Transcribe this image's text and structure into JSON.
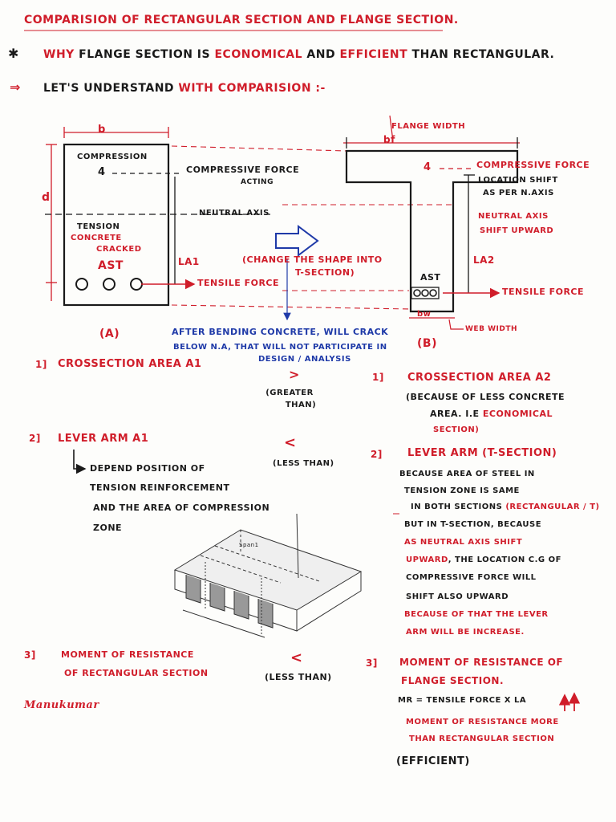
{
  "header": {
    "title": "Comparision of Rectangular Section and Flange Section.",
    "why_prefix": "Why",
    "why_a": "Flange Section is",
    "why_b": "Economical",
    "why_c": "And",
    "why_d": "Efficient",
    "why_e": "Than Rectangular.",
    "lets_a": "Let's understand",
    "lets_b": "With",
    "lets_c": "Comparision :-"
  },
  "rect": {
    "b": "b",
    "d": "d",
    "compression": "Compression",
    "force_arrow": "4",
    "compressive_force": "Compressive Force",
    "acting": "Acting",
    "neutral_axis": "Neutral Axis",
    "tension": "Tension",
    "concrete": "Concrete",
    "cracked": "Cracked",
    "ast": "Ast",
    "la1": "LA1",
    "tensile_force": "Tensile Force",
    "label": "(A)"
  },
  "middle": {
    "change_shape_1": "(Change the shape into",
    "change_shape_2": "T-section)",
    "after_1": "After Bending Concrete, will Crack",
    "after_2": "Below N.A, That will not participate in",
    "after_3": "Design / Analysis"
  },
  "tsec": {
    "flange_width": "Flange Width",
    "bf": "bf",
    "force_arrow": "4",
    "compressive_force": "Compressive Force",
    "location_shift": "Location shift",
    "as_per": "As per N.Axis",
    "na_shift_1": "Neutral Axis",
    "na_shift_2": "shift upward",
    "la2": "LA2",
    "ast": "Ast",
    "tensile_force": "Tensile Force",
    "bw": "bw",
    "web_width": "Web width",
    "label": "(B)"
  },
  "points": {
    "p1_num": "1]",
    "p1_left": "Crossection Area A1",
    "p1_sym": ">",
    "p1_cmp_1": "(Greater",
    "p1_cmp_2": "Than)",
    "p1_right": "Crossection Area A2",
    "p1_r1": "(Because of less concrete",
    "p1_r2": "Area. i.e",
    "p1_r2b": "Economical",
    "p1_r3": "Section)",
    "p2_num": "2]",
    "p2_left": "Lever Arm A1",
    "p2_l1": "Depend position of",
    "p2_l2": "Tension Reinforcement",
    "p2_l3": "And the area of compression",
    "p2_l4": "Zone",
    "p2_sym": "<",
    "p2_cmp": "(Less Than)",
    "p2_right": "Lever Arm (T-section)",
    "p2_r1": "Because Area of steel in",
    "p2_r2": "Tension zone is same",
    "p2_r3": "in both sections",
    "p2_r3b": "(Rectangular / T)",
    "p2_r4": "But in T-section, Because",
    "p2_r5": "As neutral Axis shift",
    "p2_r6a": "upward",
    "p2_r6b": ", the location C.G of",
    "p2_r7": "Compressive Force will",
    "p2_r8": "Shift also upward",
    "p2_r9": "Because of that the lever",
    "p2_r10": "Arm will be increase.",
    "p3_num": "3]",
    "p3_left_1": "Moment of Resistance",
    "p3_left_2": "of Rectangular Section",
    "p3_sym": "<",
    "p3_cmp": "(Less Than)",
    "p3_right_1": "Moment of Resistance of",
    "p3_right_2": "Flange Section.",
    "p3_formula": "MR = Tensile Force x LA",
    "p3_r3": "Moment of Resistance more",
    "p3_r4": "Than Rectangular Section",
    "p3_r5": "(Efficient)"
  },
  "slab": {
    "span": "Span1"
  },
  "signature": "Manukumar",
  "colors": {
    "red": "#d01d2a",
    "black": "#1a1a1a",
    "blue": "#1f3aa8"
  }
}
